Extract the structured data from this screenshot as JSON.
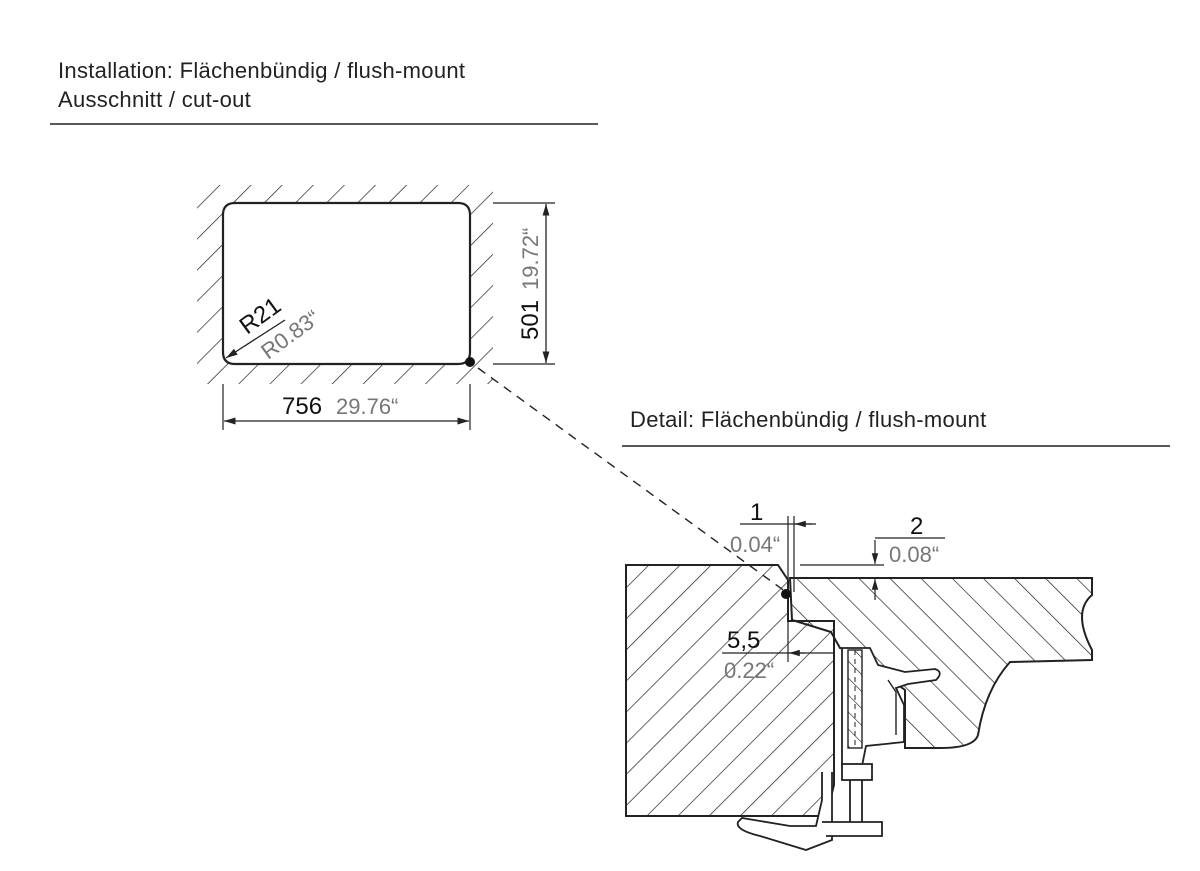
{
  "section_installation": {
    "line1": "Installation: Flächenbündig / flush-mount",
    "line2": "Ausschnitt / cut-out"
  },
  "section_detail": {
    "title": "Detail: Flächenbündig / flush-mount"
  },
  "cutout_dims": {
    "width_mm": "756",
    "width_in": "29.76“",
    "height_mm": "501",
    "height_in": "19.72“",
    "radius_mm": "R21",
    "radius_in": "R0.83“"
  },
  "detail_dims": {
    "gap_mm": "1",
    "gap_in": "0.04“",
    "depth_mm": "2",
    "depth_in": "0.08“",
    "offset_mm": "5,5",
    "offset_in": "0.22“"
  },
  "colors": {
    "line": "#222222",
    "imperial_text": "#777777"
  }
}
